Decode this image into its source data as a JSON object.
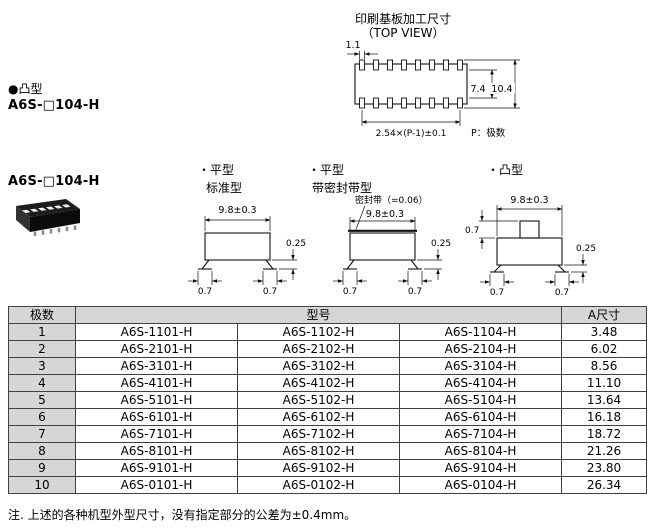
{
  "top_view": {
    "title_1": "印刷基板加工尺寸",
    "title_2": "（TOP VIEW）",
    "dim_pad_width": "1.1",
    "dim_inner": "7.4",
    "dim_outer": "10.4",
    "dim_pitch": "2.54×(P-1)±0.1",
    "pole_note": "P：极数"
  },
  "left_panel": {
    "type_label": "●凸型",
    "model_top": "A6S-□104-H",
    "model_bottom": "A6S-□104-H"
  },
  "flat_standard": {
    "title_1": "・平型",
    "title_2": "标准型",
    "dim_width": "9.8±0.3",
    "dim_standoff": "0.25",
    "dim_foot_left": "0.7",
    "dim_foot_right": "0.7"
  },
  "flat_sealed": {
    "title_1": "・平型",
    "title_2": "带密封带型",
    "seal_label": "密封带（=0.06）",
    "dim_width": "9.8±0.3",
    "dim_standoff": "0.25",
    "dim_foot_left": "0.7",
    "dim_foot_right": "0.7"
  },
  "raised": {
    "title_1": "・凸型",
    "dim_width": "9.8±0.3",
    "dim_bump": "0.7",
    "dim_standoff": "0.25",
    "dim_foot_left": "0.7",
    "dim_foot_right": "0.7"
  },
  "table": {
    "col_poles": "极数",
    "col_model": "型号",
    "col_dim": "A尺寸",
    "rows": [
      {
        "poles": "1",
        "m1": "A6S-1101-H",
        "m2": "A6S-1102-H",
        "m3": "A6S-1104-H",
        "a": "3.48"
      },
      {
        "poles": "2",
        "m1": "A6S-2101-H",
        "m2": "A6S-2102-H",
        "m3": "A6S-2104-H",
        "a": "6.02"
      },
      {
        "poles": "3",
        "m1": "A6S-3101-H",
        "m2": "A6S-3102-H",
        "m3": "A6S-3104-H",
        "a": "8.56"
      },
      {
        "poles": "4",
        "m1": "A6S-4101-H",
        "m2": "A6S-4102-H",
        "m3": "A6S-4104-H",
        "a": "11.10"
      },
      {
        "poles": "5",
        "m1": "A6S-5101-H",
        "m2": "A6S-5102-H",
        "m3": "A6S-5104-H",
        "a": "13.64"
      },
      {
        "poles": "6",
        "m1": "A6S-6101-H",
        "m2": "A6S-6102-H",
        "m3": "A6S-6104-H",
        "a": "16.18"
      },
      {
        "poles": "7",
        "m1": "A6S-7101-H",
        "m2": "A6S-7102-H",
        "m3": "A6S-7104-H",
        "a": "18.72"
      },
      {
        "poles": "8",
        "m1": "A6S-8101-H",
        "m2": "A6S-8102-H",
        "m3": "A6S-8104-H",
        "a": "21.26"
      },
      {
        "poles": "9",
        "m1": "A6S-9101-H",
        "m2": "A6S-9102-H",
        "m3": "A6S-9104-H",
        "a": "23.80"
      },
      {
        "poles": "10",
        "m1": "A6S-0101-H",
        "m2": "A6S-0102-H",
        "m3": "A6S-0104-H",
        "a": "26.34"
      }
    ]
  },
  "footnote": "注. 上述的各种机型外型尺寸，没有指定部分的公差为±0.4mm。"
}
